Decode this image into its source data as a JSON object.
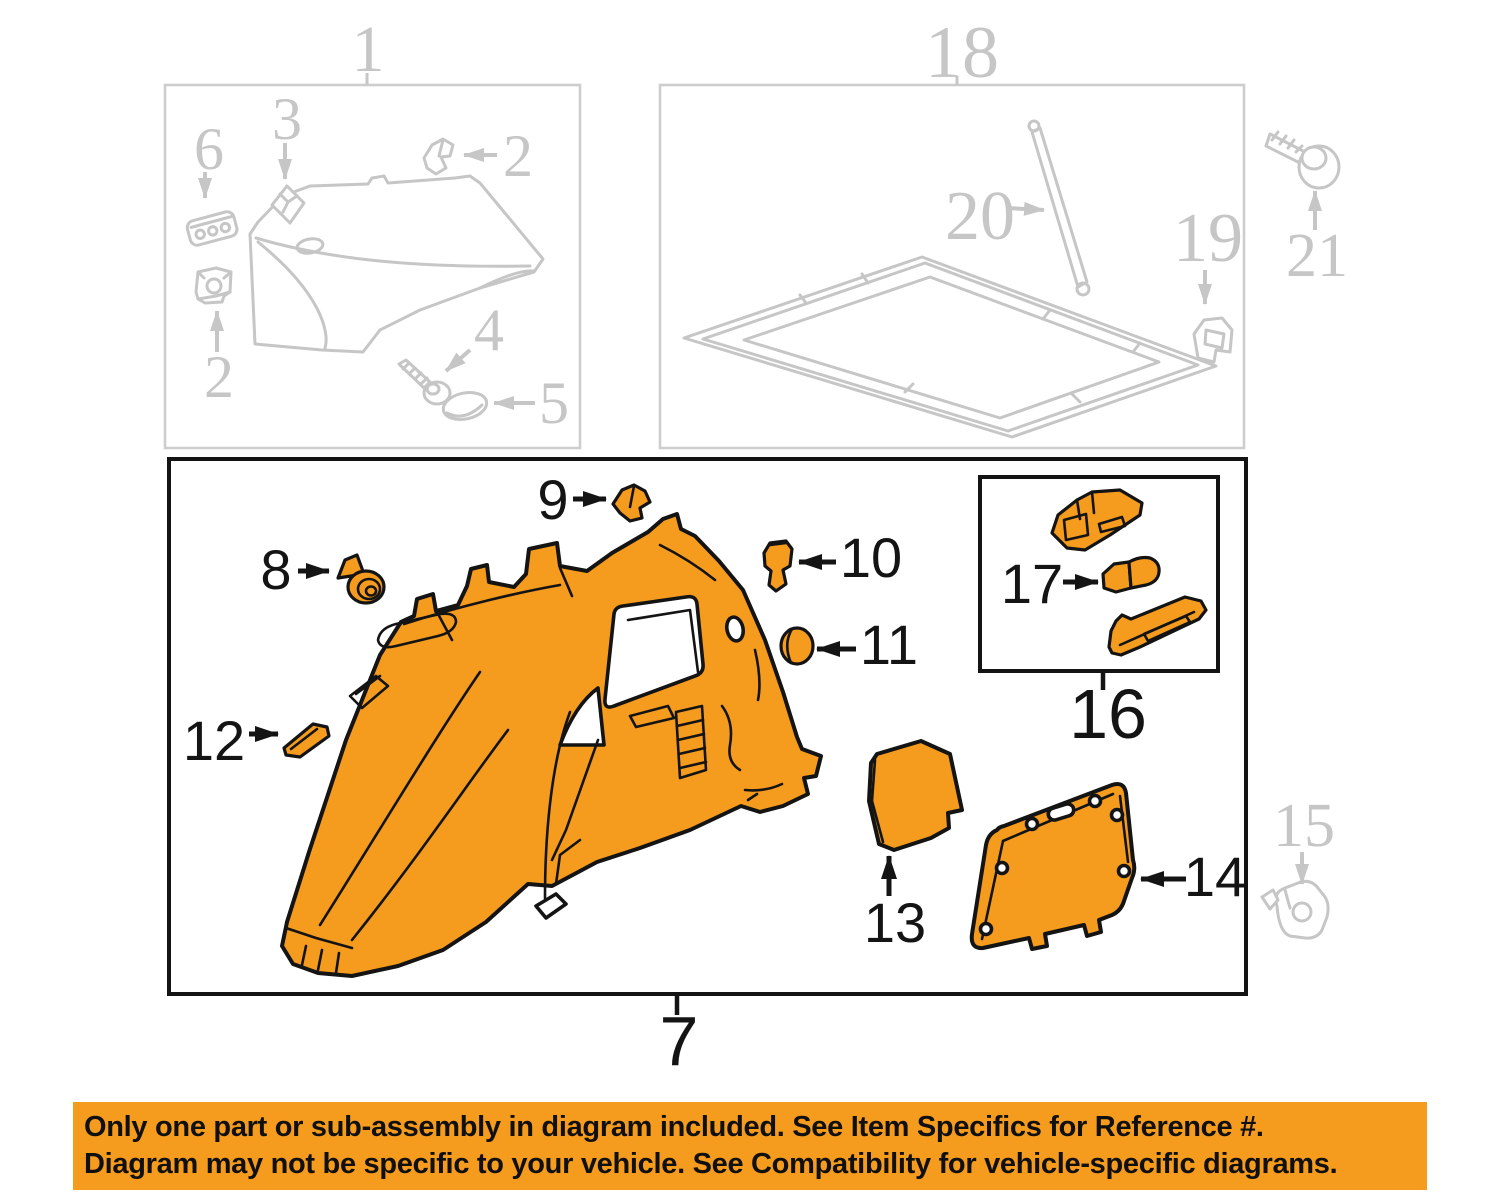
{
  "colors": {
    "highlight": "#F59B1E",
    "muted": "#C6C6C6",
    "ink": "#141414",
    "banner_bg": "#F59B1E",
    "banner_text": "#101010",
    "background": "#FFFFFF"
  },
  "figure": {
    "type": "auto-parts-exploded-diagram",
    "highlighted_callouts": [
      "7",
      "8",
      "9",
      "10",
      "11",
      "12",
      "13",
      "14",
      "16",
      "17"
    ],
    "muted_callouts": [
      "1",
      "2",
      "2",
      "3",
      "4",
      "5",
      "6",
      "15",
      "18",
      "19",
      "20",
      "21"
    ]
  },
  "labels": {
    "n1": "1",
    "n2_top": "2",
    "n2_bottom": "2",
    "n3": "3",
    "n4": "4",
    "n5": "5",
    "n6": "6",
    "n7": "7",
    "n8": "8",
    "n9": "9",
    "n10": "10",
    "n11": "11",
    "n12": "12",
    "n13": "13",
    "n14": "14",
    "n15": "15",
    "n16": "16",
    "n17": "17",
    "n18": "18",
    "n19": "19",
    "n20": "20",
    "n21": "21"
  },
  "banner": {
    "line1": "Only one part or sub-assembly in diagram included. See Item Specifics for Reference #.",
    "line2": "Diagram may not be specific to your vehicle. See Compatibility for vehicle-specific diagrams."
  }
}
